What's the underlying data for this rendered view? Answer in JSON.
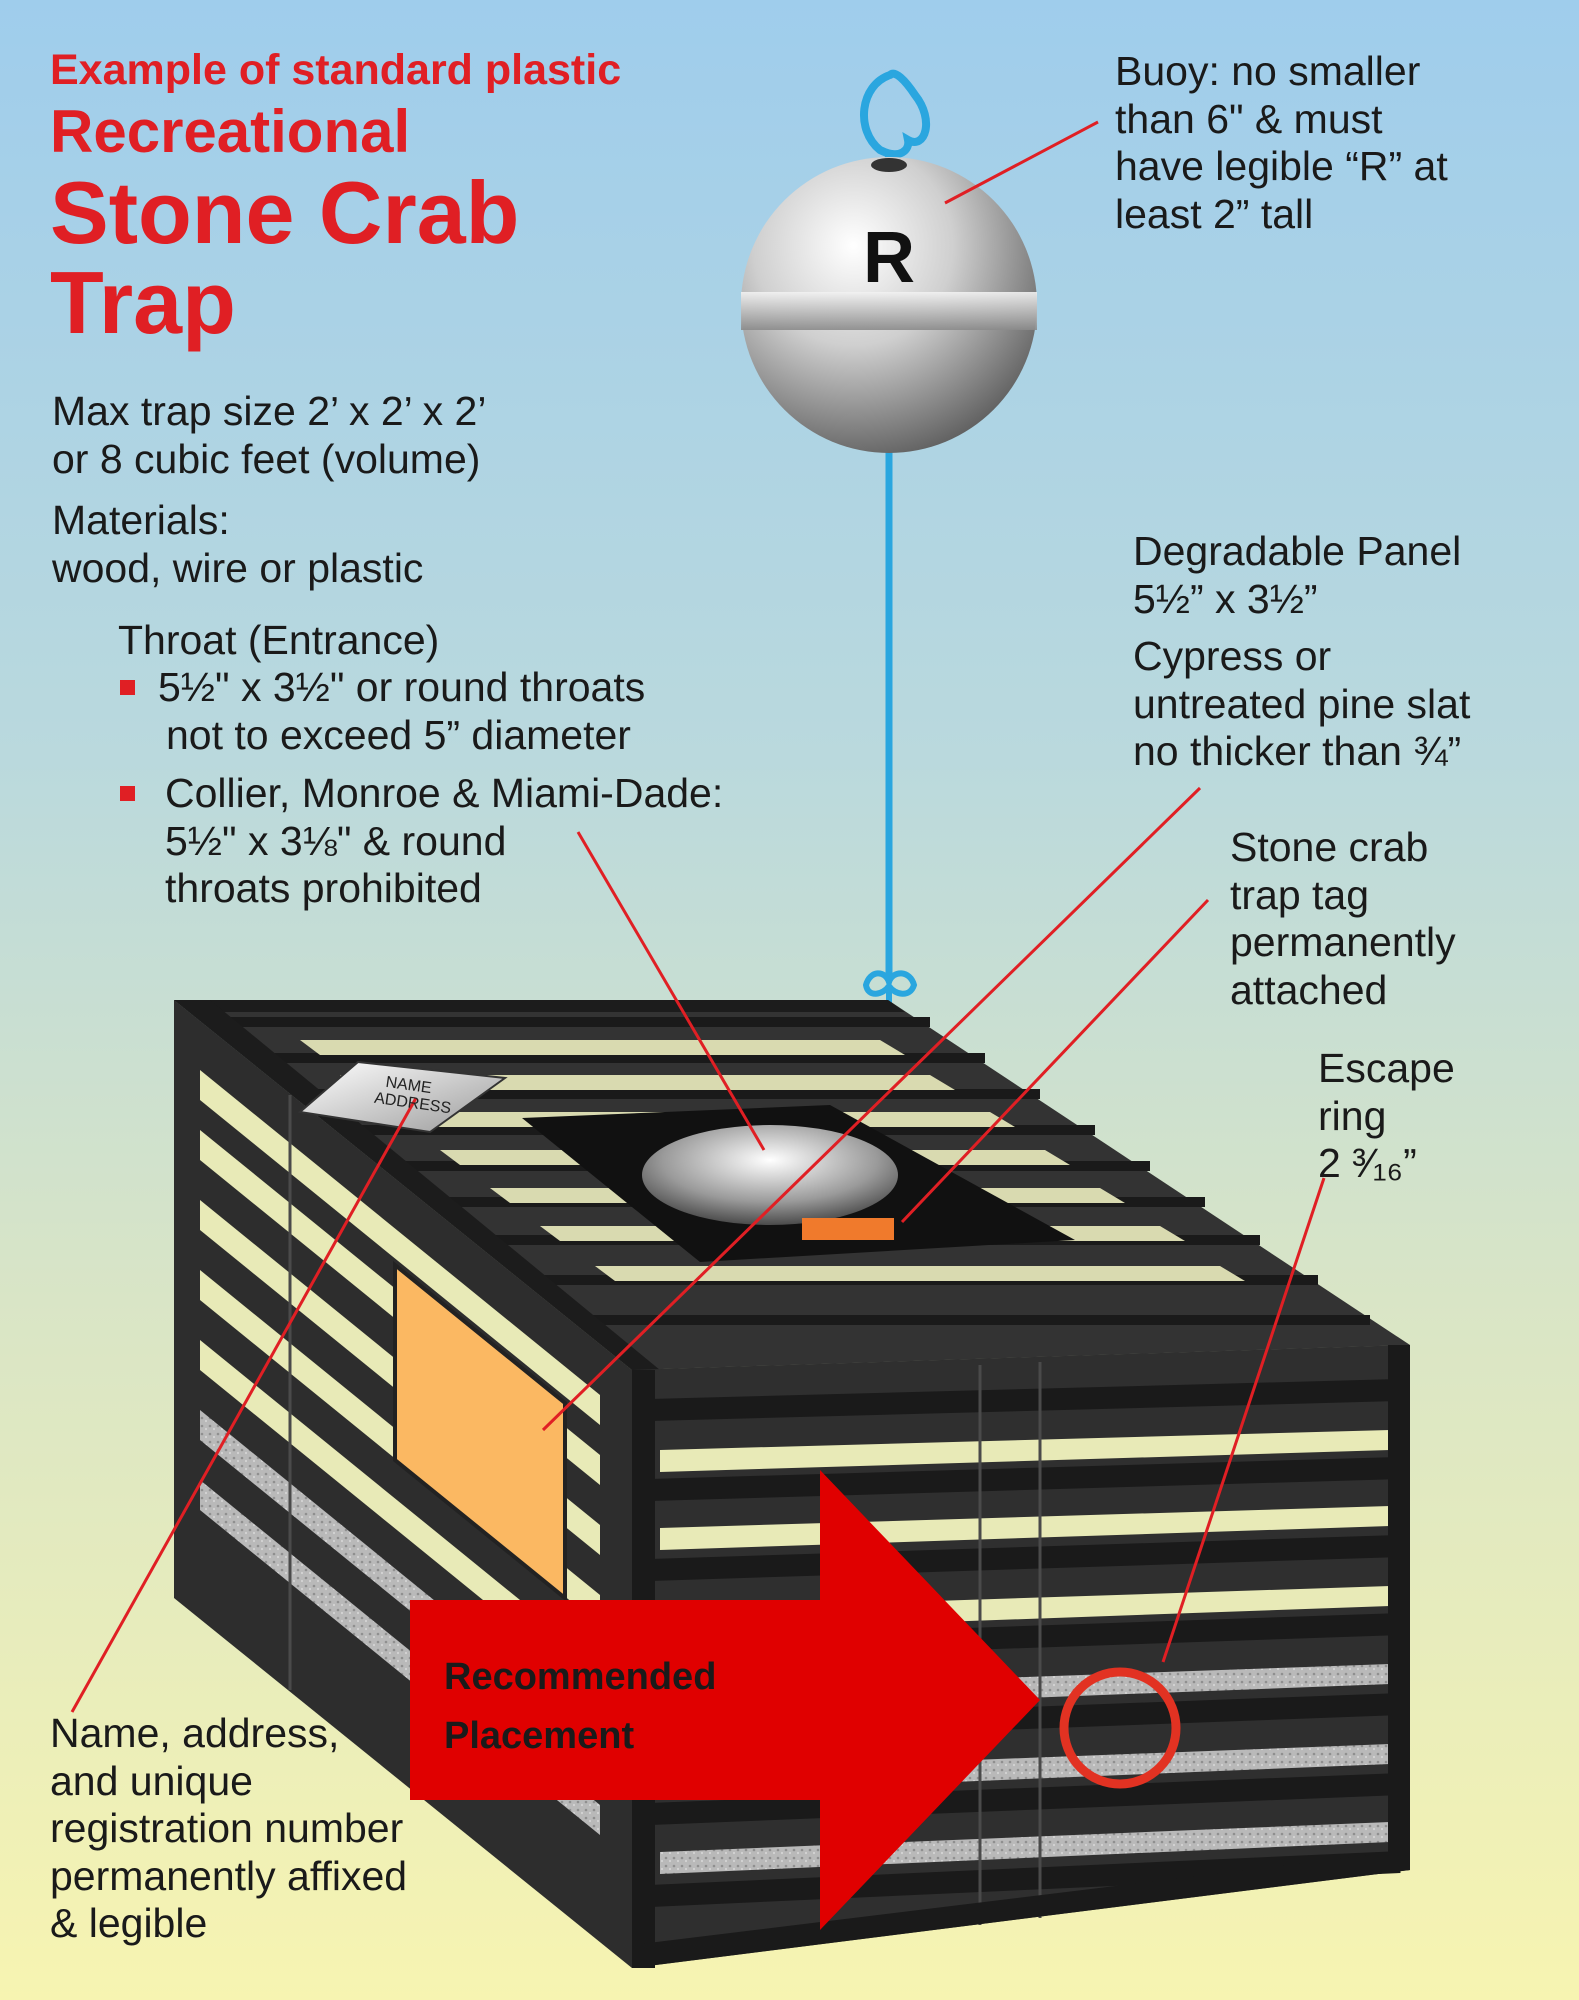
{
  "title": {
    "line1": "Example of standard plastic",
    "line2": "Recreational",
    "line3": "Stone Crab",
    "line4": "Trap"
  },
  "specs": {
    "size_line1": "Max trap size 2’ x 2’ x 2’",
    "size_line2": "or 8 cubic feet (volume)",
    "materials_label": "Materials:",
    "materials_value": "wood, wire or plastic"
  },
  "throat": {
    "heading": "Throat (Entrance)",
    "bullet1_line1": "5½\" x 3½\" or round throats",
    "bullet1_line2": "not to exceed 5” diameter",
    "bullet2_line1": "Collier, Monroe & Miami-Dade:",
    "bullet2_line2": "5½\" x 3⅛\" & round",
    "bullet2_line3": "throats prohibited"
  },
  "buoy": {
    "letter": "R",
    "note_line1": "Buoy: no smaller",
    "note_line2": "than 6\" & must",
    "note_line3": "have legible “R” at",
    "note_line4": "least 2” tall"
  },
  "panel": {
    "line1": "Degradable Panel",
    "line2": "5½” x 3½”",
    "line3": "Cypress or",
    "line4": "untreated pine slat",
    "line5": "no thicker than ¾”"
  },
  "tag": {
    "line1": "Stone crab",
    "line2": "trap tag",
    "line3": "permanently",
    "line4": "attached"
  },
  "ring": {
    "line1": "Escape",
    "line2": "ring",
    "line3": "2 ³⁄₁₆”"
  },
  "nameplate": {
    "line1": "NAME",
    "line2": "ADDRESS"
  },
  "name_note": {
    "line1": "Name, address,",
    "line2": "and unique",
    "line3": "registration number",
    "line4": "permanently affixed",
    "line5": "& legible"
  },
  "placement": {
    "line1": "Recommended",
    "line2": "Placement"
  },
  "colors": {
    "accent_red": "#e01f24",
    "arrow_red": "#e00000",
    "panel_orange": "#fbb862",
    "tag_orange": "#f07a2c",
    "rope_blue": "#2aa6df",
    "trap_black": "#2a2a2a"
  }
}
